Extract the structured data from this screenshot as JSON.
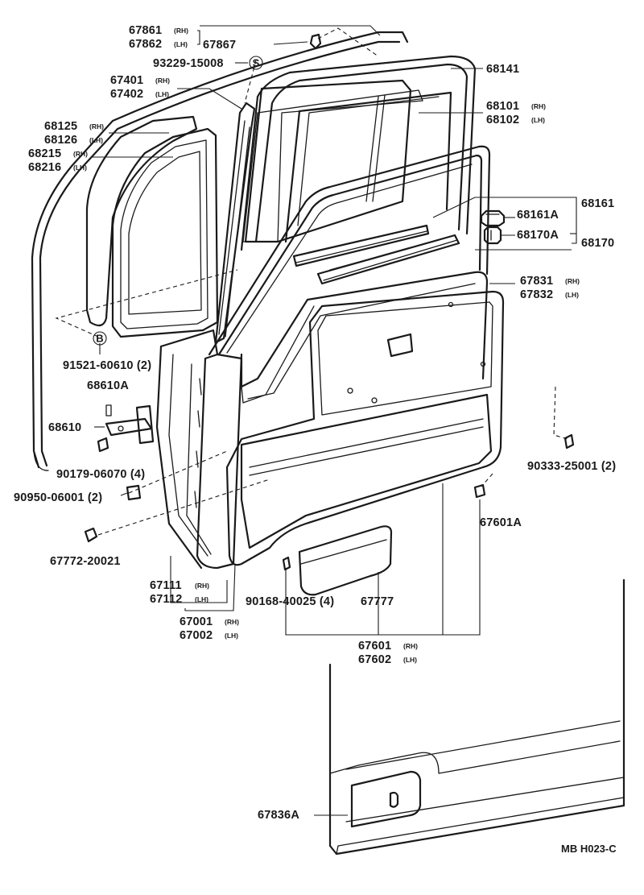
{
  "diagram": {
    "code": "MB H023-C",
    "labels": {
      "p67861": "67861",
      "p67861_side": "(RH)",
      "p67862": "67862",
      "p67862_side": "(LH)",
      "p67867": "67867",
      "p93229": "93229-15008",
      "callout_s": "S",
      "p67401": "67401",
      "p67401_side": "(RH)",
      "p67402": "67402",
      "p67402_side": "(LH)",
      "p68125": "68125",
      "p68125_side": "(RH)",
      "p68126": "68126",
      "p68126_side": "(LH)",
      "p68215": "68215",
      "p68215_side": "(RH)",
      "p68216": "68216",
      "p68216_side": "(LH)",
      "p68141": "68141",
      "p68101": "68101",
      "p68101_side": "(RH)",
      "p68102": "68102",
      "p68102_side": "(LH)",
      "p68161": "68161",
      "p68161A": "68161A",
      "p68170A": "68170A",
      "p68170": "68170",
      "p67831": "67831",
      "p67831_side": "(RH)",
      "p67832": "67832",
      "p67832_side": "(LH)",
      "callout_b": "B",
      "p91521": "91521-60610 (2)",
      "p68610A": "68610A",
      "p68610": "68610",
      "p90179": "90179-06070 (4)",
      "p90950": "90950-06001 (2)",
      "p90333": "90333-25001 (2)",
      "p67601A": "67601A",
      "p67772": "67772-20021",
      "p67111": "67111",
      "p67111_side": "(RH)",
      "p67112": "67112",
      "p67112_side": "(LH)",
      "p67001": "67001",
      "p67001_side": "(RH)",
      "p67002": "67002",
      "p67002_side": "(LH)",
      "p90168": "90168-40025 (4)",
      "p67777": "67777",
      "p67601": "67601",
      "p67601_side": "(RH)",
      "p67602": "67602",
      "p67602_side": "(LH)",
      "p67836A": "67836A"
    }
  }
}
